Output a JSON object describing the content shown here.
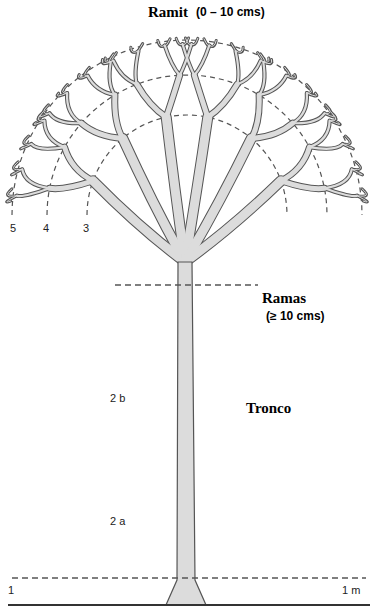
{
  "diagram": {
    "labels": [
      "Ramit",
      "(0 – 10 cms)",
      "Ramas",
      "(≥ 10 cms)",
      "Tronco",
      "2 b",
      "2 a",
      "1",
      "1 m",
      "5",
      "4",
      "3"
    ]
  }
}
